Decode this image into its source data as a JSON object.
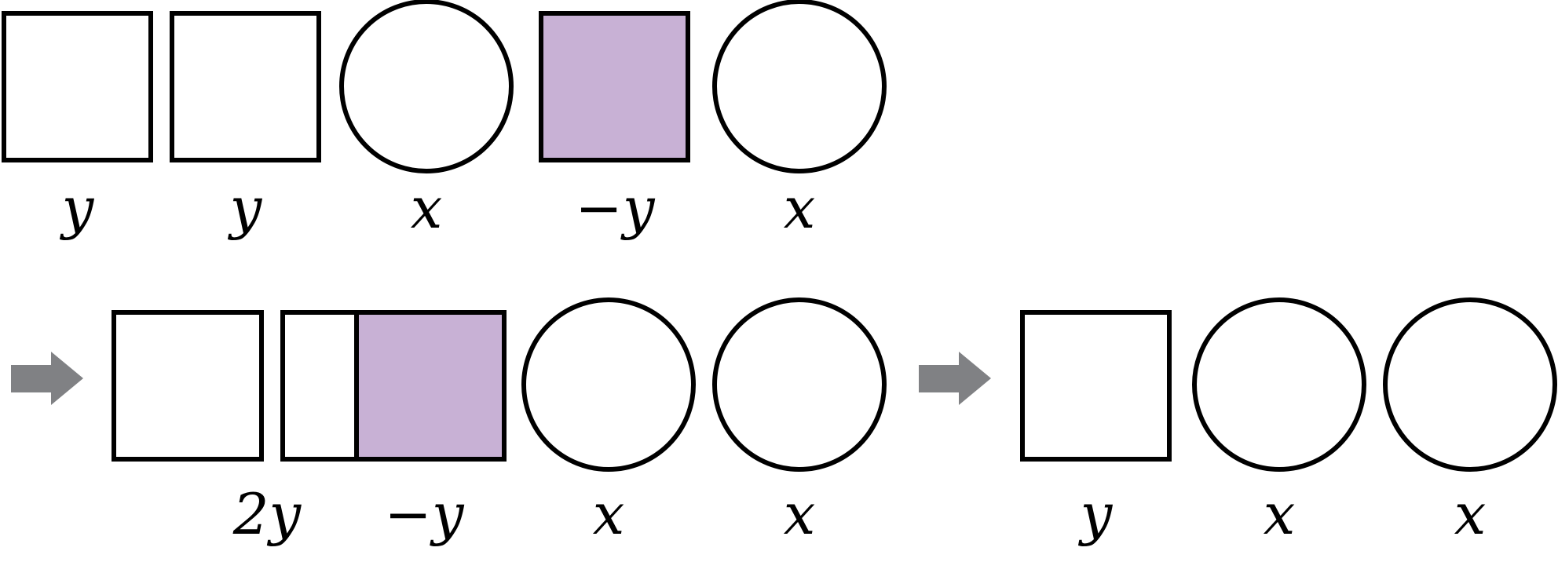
{
  "colors": {
    "negative_fill": "#c8b1d5",
    "stroke": "#000000",
    "arrow": "#808184",
    "background": "#ffffff"
  },
  "row1": {
    "tiles": [
      {
        "shape": "square",
        "sign": "positive",
        "label": "y"
      },
      {
        "shape": "square",
        "sign": "positive",
        "label": "y"
      },
      {
        "shape": "circle",
        "sign": "positive",
        "label": "x"
      },
      {
        "shape": "square",
        "sign": "negative",
        "label": "−y"
      },
      {
        "shape": "circle",
        "sign": "positive",
        "label": "x"
      }
    ]
  },
  "row2": {
    "arrow_icon": "right-arrow-icon",
    "tiles": [
      {
        "shape": "square",
        "sign": "positive"
      },
      {
        "shape": "square",
        "sign": "positive"
      },
      {
        "shape": "square",
        "sign": "negative"
      },
      {
        "shape": "circle",
        "sign": "positive",
        "label": "x"
      },
      {
        "shape": "circle",
        "sign": "positive",
        "label": "x"
      }
    ],
    "group_labels": [
      "2y",
      "−y"
    ]
  },
  "row3": {
    "arrow_icon": "right-arrow-icon",
    "tiles": [
      {
        "shape": "square",
        "sign": "positive",
        "label": "y"
      },
      {
        "shape": "circle",
        "sign": "positive",
        "label": "x"
      },
      {
        "shape": "circle",
        "sign": "positive",
        "label": "x"
      }
    ]
  }
}
